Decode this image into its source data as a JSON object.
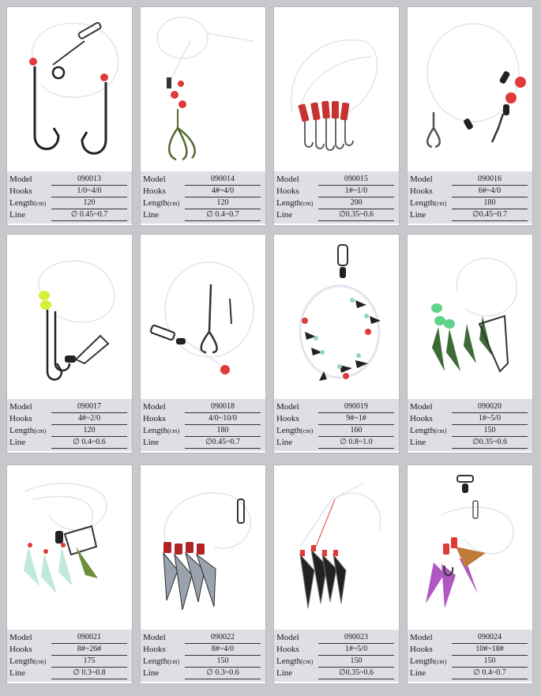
{
  "labels": {
    "model": "Model",
    "hooks": "Hooks",
    "length": "Length",
    "length_unit": "(cm)",
    "line": "Line"
  },
  "products": [
    {
      "model": "090013",
      "hooks": "1/0~4/0",
      "length": "120",
      "line": "∅ 0.45~0.7",
      "icon": "double-hook-rig-icon"
    },
    {
      "model": "090014",
      "hooks": "4#~4/0",
      "length": "120",
      "line": "∅ 0.4~0.7",
      "icon": "treble-hook-rig-icon"
    },
    {
      "model": "090015",
      "hooks": "1#~1/0",
      "length": "200",
      "line": "∅0.35~0.6",
      "icon": "red-tube-hook-rig-icon"
    },
    {
      "model": "090016",
      "hooks": "6#~4/0",
      "length": "180",
      "line": "∅0.45~0.7",
      "icon": "treble-swivel-rig-icon"
    },
    {
      "model": "090017",
      "hooks": "4#~2/0",
      "length": "120",
      "line": "∅ 0.4~0.6",
      "icon": "long-hook-rig-icon"
    },
    {
      "model": "090018",
      "hooks": "4/0~10/0",
      "length": "180",
      "line": "∅0.45~0.7",
      "icon": "treble-snap-rig-icon"
    },
    {
      "model": "090019",
      "hooks": "9#~1#",
      "length": "160",
      "line": "∅ 0.8~1.0",
      "icon": "feather-ring-rig-icon"
    },
    {
      "model": "090020",
      "hooks": "1#~5/0",
      "length": "150",
      "line": "∅0.35~0.6",
      "icon": "green-sabiki-rig-icon"
    },
    {
      "model": "090021",
      "hooks": "8#~26#",
      "length": "175",
      "line": "∅ 0.3~0.8",
      "icon": "glow-sabiki-rig-icon"
    },
    {
      "model": "090022",
      "hooks": "8#~4/0",
      "length": "150",
      "line": "∅ 0.3~0.6",
      "icon": "silver-foil-rig-icon"
    },
    {
      "model": "090023",
      "hooks": "1#~5/0",
      "length": "150",
      "line": "∅0.35~0.6",
      "icon": "dark-foil-rig-icon"
    },
    {
      "model": "090024",
      "hooks": "10#~18#",
      "length": "150",
      "line": "∅ 0.4~0.7",
      "icon": "purple-feather-rig-icon"
    }
  ]
}
